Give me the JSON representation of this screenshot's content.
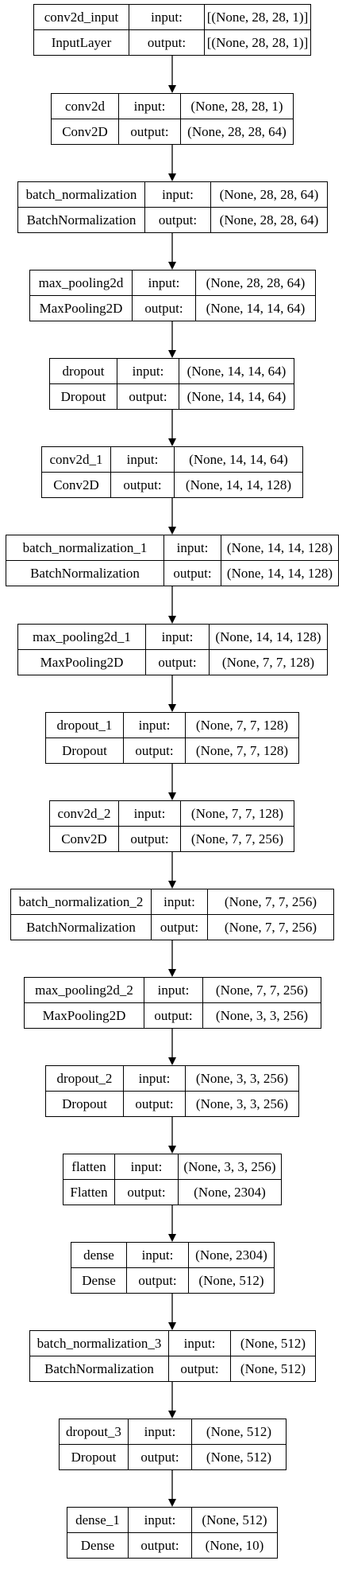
{
  "labels": {
    "input": "input:",
    "output": "output:"
  },
  "layers": [
    {
      "name": "conv2d_input",
      "type": "InputLayer",
      "input": "[(None, 28, 28, 1)]",
      "output": "[(None, 28, 28, 1)]"
    },
    {
      "name": "conv2d",
      "type": "Conv2D",
      "input": "(None, 28, 28, 1)",
      "output": "(None, 28, 28, 64)"
    },
    {
      "name": "batch_normalization",
      "type": "BatchNormalization",
      "input": "(None, 28, 28, 64)",
      "output": "(None, 28, 28, 64)"
    },
    {
      "name": "max_pooling2d",
      "type": "MaxPooling2D",
      "input": "(None, 28, 28, 64)",
      "output": "(None, 14, 14, 64)"
    },
    {
      "name": "dropout",
      "type": "Dropout",
      "input": "(None, 14, 14, 64)",
      "output": "(None, 14, 14, 64)"
    },
    {
      "name": "conv2d_1",
      "type": "Conv2D",
      "input": "(None, 14, 14, 64)",
      "output": "(None, 14, 14, 128)"
    },
    {
      "name": "batch_normalization_1",
      "type": "BatchNormalization",
      "input": "(None, 14, 14, 128)",
      "output": "(None, 14, 14, 128)"
    },
    {
      "name": "max_pooling2d_1",
      "type": "MaxPooling2D",
      "input": "(None, 14, 14, 128)",
      "output": "(None, 7, 7, 128)"
    },
    {
      "name": "dropout_1",
      "type": "Dropout",
      "input": "(None, 7, 7, 128)",
      "output": "(None, 7, 7, 128)"
    },
    {
      "name": "conv2d_2",
      "type": "Conv2D",
      "input": "(None, 7, 7, 128)",
      "output": "(None, 7, 7, 256)"
    },
    {
      "name": "batch_normalization_2",
      "type": "BatchNormalization",
      "input": "(None, 7, 7, 256)",
      "output": "(None, 7, 7, 256)"
    },
    {
      "name": "max_pooling2d_2",
      "type": "MaxPooling2D",
      "input": "(None, 7, 7, 256)",
      "output": "(None, 3, 3, 256)"
    },
    {
      "name": "dropout_2",
      "type": "Dropout",
      "input": "(None, 3, 3, 256)",
      "output": "(None, 3, 3, 256)"
    },
    {
      "name": "flatten",
      "type": "Flatten",
      "input": "(None, 3, 3, 256)",
      "output": "(None, 2304)"
    },
    {
      "name": "dense",
      "type": "Dense",
      "input": "(None, 2304)",
      "output": "(None, 512)"
    },
    {
      "name": "batch_normalization_3",
      "type": "BatchNormalization",
      "input": "(None, 512)",
      "output": "(None, 512)"
    },
    {
      "name": "dropout_3",
      "type": "Dropout",
      "input": "(None, 512)",
      "output": "(None, 512)"
    },
    {
      "name": "dense_1",
      "type": "Dense",
      "input": "(None, 512)",
      "output": "(None, 10)"
    }
  ]
}
